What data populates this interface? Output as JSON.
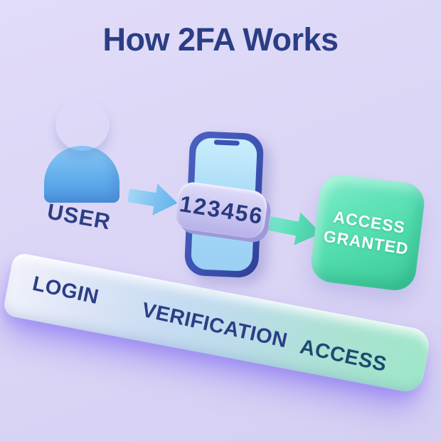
{
  "title": "How 2FA Works",
  "user": {
    "label": "USER"
  },
  "phone": {
    "code": "123456"
  },
  "access_cube": {
    "line1": "ACCESS",
    "line2": "GRANTED"
  },
  "process_bar": {
    "labels": [
      "LOGIN",
      "VERIFICATION",
      "ACCESS"
    ]
  },
  "icons": {
    "user": "user-figure-icon",
    "phone": "smartphone-icon",
    "arrow_step1": "arrow-right-icon",
    "arrow_step2": "arrow-right-icon",
    "cube": "access-granted-cube-icon"
  },
  "colors": {
    "background": "#dcd6f6",
    "heading_navy": "#2b3e85",
    "user_blue": "#5fa9ec",
    "phone_frame_blue": "#3d53b3",
    "phone_screen_blue": "#a8daf7",
    "code_pill_lavender": "#c9c5f1",
    "mint_green": "#52dcae",
    "bar_gradient_start": "#f1f2fb",
    "bar_gradient_end": "#9de7c8",
    "access_label_teal": "#1d4a70",
    "bar_shadow_purple": "#826cf2"
  }
}
